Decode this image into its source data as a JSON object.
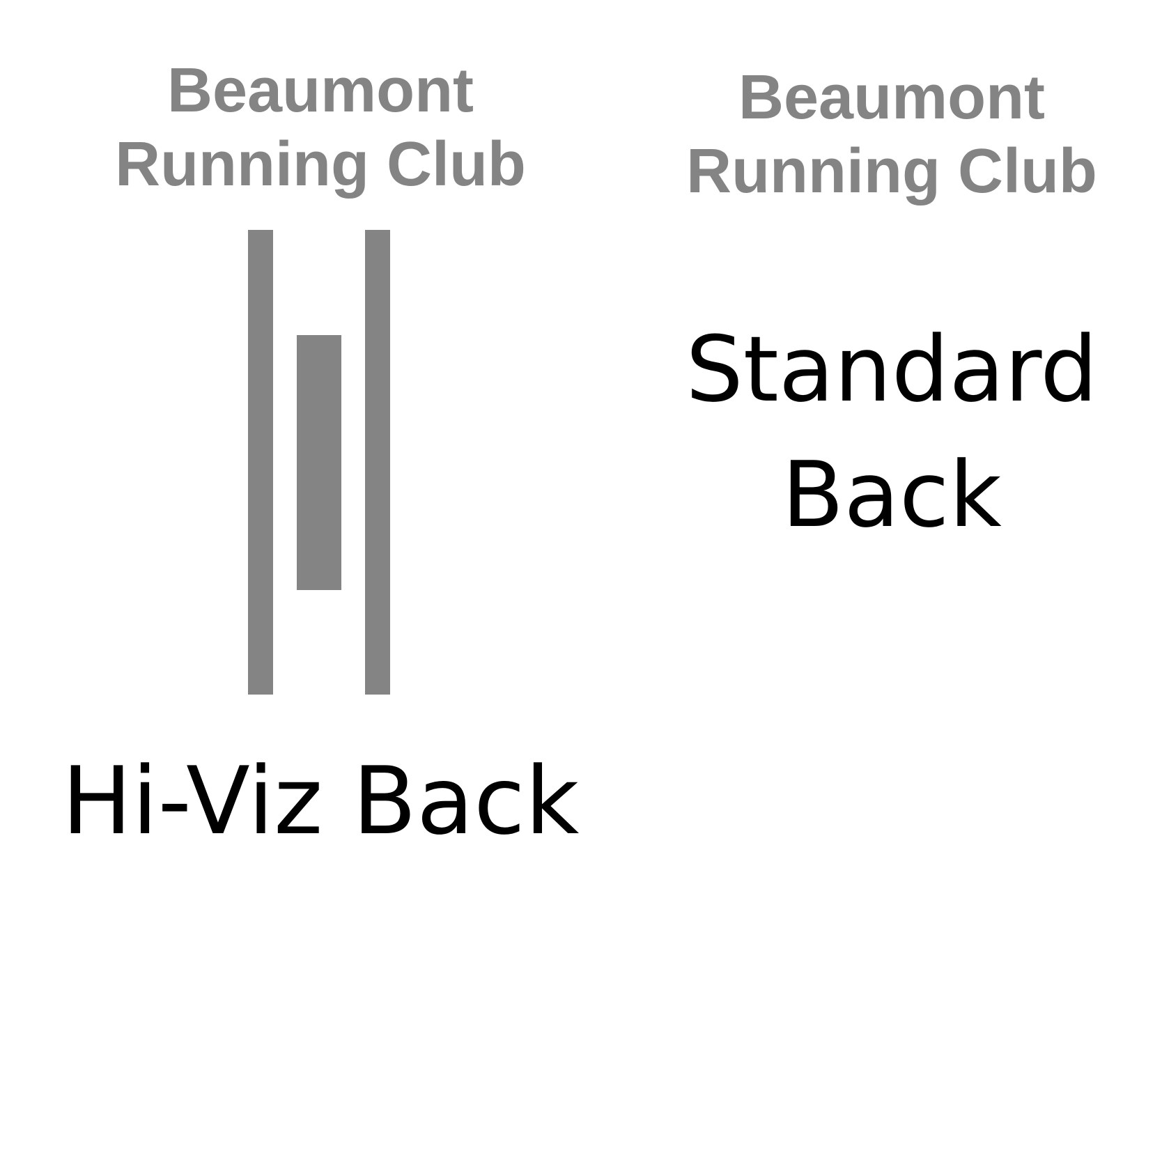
{
  "colors": {
    "print_grey": "#848484",
    "caption_black": "#000000",
    "background": "#ffffff"
  },
  "hiviz_design": {
    "club_line1": "Beaumont",
    "club_line2": "Running Club",
    "caption": "Hi-Viz Back"
  },
  "standard_design": {
    "club_line1": "Beaumont",
    "club_line2": "Running Club",
    "caption_line1": "Standard",
    "caption_line2": "Back"
  }
}
